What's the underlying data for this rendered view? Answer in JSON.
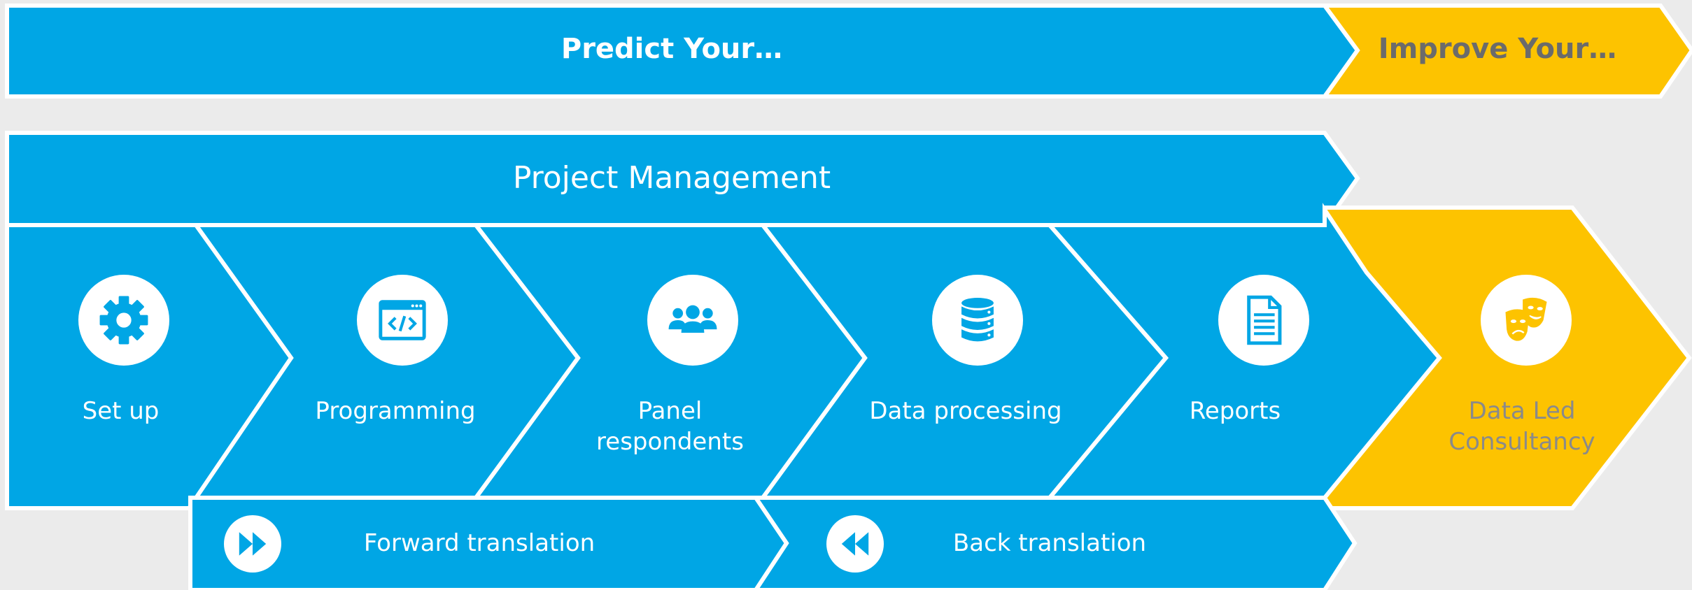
{
  "banner": {
    "predict": "Predict Your…",
    "improve": "Improve Your…"
  },
  "project_management": "Project Management",
  "steps": [
    {
      "label": "Set up",
      "icon": "gear-icon"
    },
    {
      "label": "Programming",
      "icon": "code-window-icon"
    },
    {
      "label_line1": "Panel",
      "label_line2": "respondents",
      "icon": "people-icon"
    },
    {
      "label": "Data processing",
      "icon": "database-icon"
    },
    {
      "label": "Reports",
      "icon": "document-icon"
    }
  ],
  "consultancy": {
    "label_line1": "Data Led",
    "label_line2": "Consultancy",
    "icon": "theatre-masks-icon"
  },
  "translation": {
    "forward": "Forward translation",
    "back": "Back translation"
  },
  "colors": {
    "primary": "#00a6e5",
    "accent": "#fdc300",
    "muted_text": "#8a8a8a"
  }
}
